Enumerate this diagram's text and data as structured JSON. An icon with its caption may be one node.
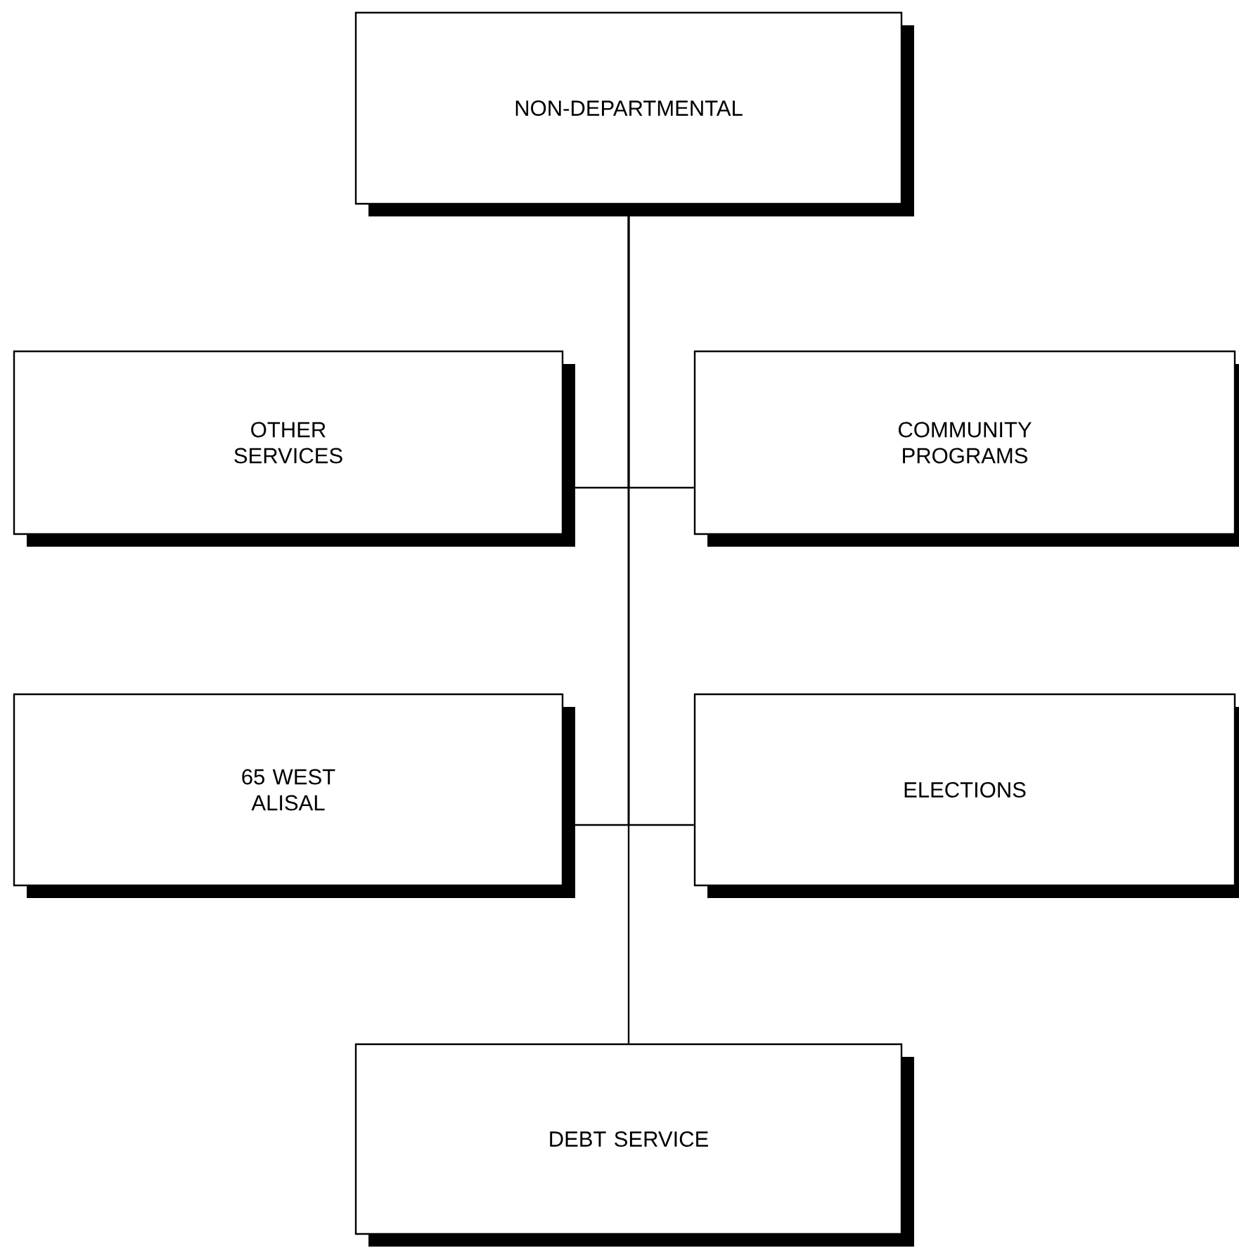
{
  "diagram": {
    "nodes": [
      {
        "text": [
          "NON-DEPARTMENTAL"
        ]
      },
      {
        "text": [
          "OTHER SERVICES"
        ]
      },
      {
        "text": [
          "COMMUNITY PROGRAMS"
        ]
      },
      {
        "text": [
          "65 WEST ALISAL"
        ]
      },
      {
        "text": [
          "ELECTIONS"
        ]
      },
      {
        "text": [
          "DEBT SERVICE"
        ]
      }
    ],
    "edges": [
      {
        "from": 0,
        "to": 1,
        "arrow": "none"
      },
      {
        "from": 0,
        "to": 2,
        "arrow": "none"
      },
      {
        "from": 0,
        "to": 3,
        "arrow": "none"
      },
      {
        "from": 0,
        "to": 4,
        "arrow": "none"
      },
      {
        "from": 0,
        "to": 5,
        "arrow": "none"
      }
    ]
  }
}
